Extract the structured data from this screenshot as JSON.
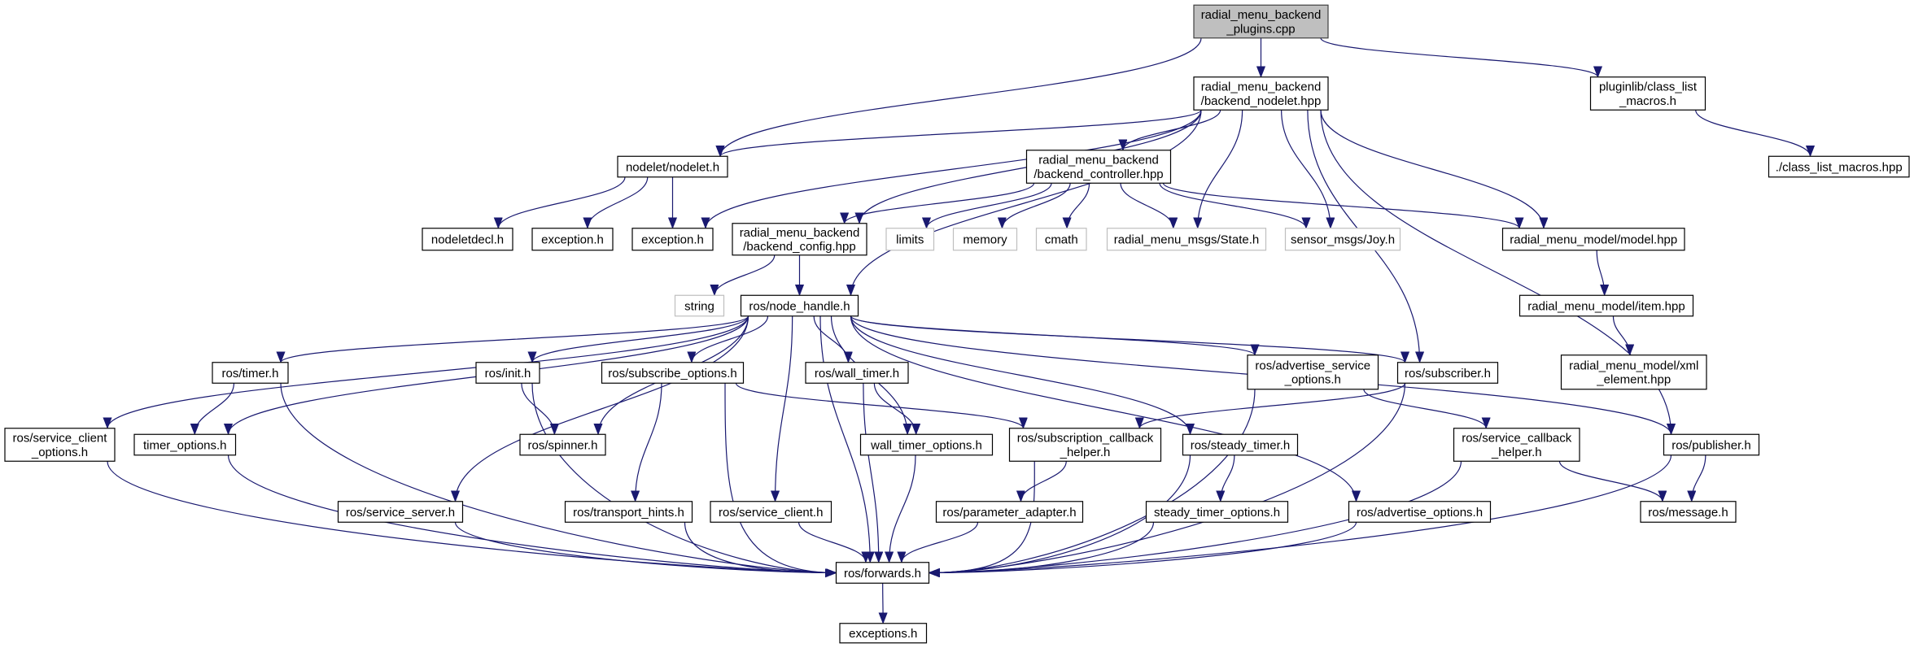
{
  "graph": {
    "edge_color": "#191970",
    "root_fill": "#bfbfbf",
    "external_border": "#bfbfbf",
    "nodes": [
      {
        "id": "plugins",
        "lines": [
          "radial_menu_backend",
          "_plugins.cpp"
        ],
        "kind": "root"
      },
      {
        "id": "nodelet_hpp",
        "lines": [
          "radial_menu_backend",
          "/backend_nodelet.hpp"
        ],
        "kind": "normal"
      },
      {
        "id": "pluginlib",
        "lines": [
          "pluginlib/class_list",
          "_macros.h"
        ],
        "kind": "normal"
      },
      {
        "id": "clm_hpp",
        "lines": [
          "./class_list_macros.hpp"
        ],
        "kind": "normal"
      },
      {
        "id": "nodelet_h",
        "lines": [
          "nodelet/nodelet.h"
        ],
        "kind": "normal"
      },
      {
        "id": "controller",
        "lines": [
          "radial_menu_backend",
          "/backend_controller.hpp"
        ],
        "kind": "normal"
      },
      {
        "id": "nodeletdecl",
        "lines": [
          "nodeletdecl.h"
        ],
        "kind": "normal"
      },
      {
        "id": "exception1",
        "lines": [
          "exception.h"
        ],
        "kind": "normal"
      },
      {
        "id": "exception2",
        "lines": [
          "exception.h"
        ],
        "kind": "normal"
      },
      {
        "id": "config",
        "lines": [
          "radial_menu_backend",
          "/backend_config.hpp"
        ],
        "kind": "normal"
      },
      {
        "id": "limits",
        "lines": [
          "limits"
        ],
        "kind": "external"
      },
      {
        "id": "memory",
        "lines": [
          "memory"
        ],
        "kind": "external"
      },
      {
        "id": "cmath",
        "lines": [
          "cmath"
        ],
        "kind": "external"
      },
      {
        "id": "state",
        "lines": [
          "radial_menu_msgs/State.h"
        ],
        "kind": "external"
      },
      {
        "id": "joy",
        "lines": [
          "sensor_msgs/Joy.h"
        ],
        "kind": "external"
      },
      {
        "id": "model",
        "lines": [
          "radial_menu_model/model.hpp"
        ],
        "kind": "normal"
      },
      {
        "id": "string",
        "lines": [
          "string"
        ],
        "kind": "external"
      },
      {
        "id": "node_handle",
        "lines": [
          "ros/node_handle.h"
        ],
        "kind": "normal"
      },
      {
        "id": "item",
        "lines": [
          "radial_menu_model/item.hpp"
        ],
        "kind": "normal"
      },
      {
        "id": "xml",
        "lines": [
          "radial_menu_model/xml",
          "_element.hpp"
        ],
        "kind": "normal"
      },
      {
        "id": "timer",
        "lines": [
          "ros/timer.h"
        ],
        "kind": "normal"
      },
      {
        "id": "init",
        "lines": [
          "ros/init.h"
        ],
        "kind": "normal"
      },
      {
        "id": "sub_opts",
        "lines": [
          "ros/subscribe_options.h"
        ],
        "kind": "normal"
      },
      {
        "id": "wall_timer",
        "lines": [
          "ros/wall_timer.h"
        ],
        "kind": "normal"
      },
      {
        "id": "adv_srv_opts",
        "lines": [
          "ros/advertise_service",
          "_options.h"
        ],
        "kind": "normal"
      },
      {
        "id": "subscriber",
        "lines": [
          "ros/subscriber.h"
        ],
        "kind": "normal"
      },
      {
        "id": "srv_client_opts",
        "lines": [
          "ros/service_client",
          "_options.h"
        ],
        "kind": "normal"
      },
      {
        "id": "timer_opts",
        "lines": [
          "timer_options.h"
        ],
        "kind": "normal"
      },
      {
        "id": "spinner",
        "lines": [
          "ros/spinner.h"
        ],
        "kind": "normal"
      },
      {
        "id": "wall_timer_opts",
        "lines": [
          "wall_timer_options.h"
        ],
        "kind": "normal"
      },
      {
        "id": "sub_cb_helper",
        "lines": [
          "ros/subscription_callback",
          "_helper.h"
        ],
        "kind": "normal"
      },
      {
        "id": "steady_timer",
        "lines": [
          "ros/steady_timer.h"
        ],
        "kind": "normal"
      },
      {
        "id": "srv_cb_helper",
        "lines": [
          "ros/service_callback",
          "_helper.h"
        ],
        "kind": "normal"
      },
      {
        "id": "publisher",
        "lines": [
          "ros/publisher.h"
        ],
        "kind": "normal"
      },
      {
        "id": "srv_server",
        "lines": [
          "ros/service_server.h"
        ],
        "kind": "normal"
      },
      {
        "id": "transport",
        "lines": [
          "ros/transport_hints.h"
        ],
        "kind": "normal"
      },
      {
        "id": "srv_client",
        "lines": [
          "ros/service_client.h"
        ],
        "kind": "normal"
      },
      {
        "id": "param_adapter",
        "lines": [
          "ros/parameter_adapter.h"
        ],
        "kind": "normal"
      },
      {
        "id": "steady_opts",
        "lines": [
          "steady_timer_options.h"
        ],
        "kind": "normal"
      },
      {
        "id": "adv_opts",
        "lines": [
          "ros/advertise_options.h"
        ],
        "kind": "normal"
      },
      {
        "id": "message",
        "lines": [
          "ros/message.h"
        ],
        "kind": "normal"
      },
      {
        "id": "forwards",
        "lines": [
          "ros/forwards.h"
        ],
        "kind": "normal"
      },
      {
        "id": "exceptions",
        "lines": [
          "exceptions.h"
        ],
        "kind": "normal"
      }
    ],
    "edges": [
      [
        "plugins",
        "nodelet_h"
      ],
      [
        "plugins",
        "nodelet_hpp"
      ],
      [
        "plugins",
        "pluginlib"
      ],
      [
        "pluginlib",
        "clm_hpp"
      ],
      [
        "nodelet_hpp",
        "nodelet_h"
      ],
      [
        "nodelet_hpp",
        "exception2"
      ],
      [
        "nodelet_hpp",
        "config"
      ],
      [
        "nodelet_hpp",
        "controller"
      ],
      [
        "nodelet_hpp",
        "state"
      ],
      [
        "nodelet_hpp",
        "joy"
      ],
      [
        "nodelet_hpp",
        "node_handle"
      ],
      [
        "nodelet_hpp",
        "subscriber"
      ],
      [
        "nodelet_hpp",
        "model"
      ],
      [
        "nodelet_hpp",
        "publisher"
      ],
      [
        "nodelet_h",
        "nodeletdecl"
      ],
      [
        "nodelet_h",
        "exception1"
      ],
      [
        "nodelet_h",
        "exception2"
      ],
      [
        "controller",
        "config"
      ],
      [
        "controller",
        "limits"
      ],
      [
        "controller",
        "memory"
      ],
      [
        "controller",
        "cmath"
      ],
      [
        "controller",
        "state"
      ],
      [
        "controller",
        "joy"
      ],
      [
        "controller",
        "model"
      ],
      [
        "config",
        "string"
      ],
      [
        "config",
        "node_handle"
      ],
      [
        "model",
        "item"
      ],
      [
        "item",
        "xml"
      ],
      [
        "node_handle",
        "srv_client_opts"
      ],
      [
        "node_handle",
        "timer_opts"
      ],
      [
        "node_handle",
        "timer"
      ],
      [
        "node_handle",
        "init"
      ],
      [
        "node_handle",
        "spinner"
      ],
      [
        "node_handle",
        "sub_opts"
      ],
      [
        "node_handle",
        "wall_timer"
      ],
      [
        "node_handle",
        "wall_timer_opts"
      ],
      [
        "node_handle",
        "srv_server"
      ],
      [
        "node_handle",
        "srv_client"
      ],
      [
        "node_handle",
        "steady_timer"
      ],
      [
        "node_handle",
        "adv_srv_opts"
      ],
      [
        "node_handle",
        "subscriber"
      ],
      [
        "node_handle",
        "adv_opts"
      ],
      [
        "node_handle",
        "publisher"
      ],
      [
        "node_handle",
        "forwards"
      ],
      [
        "timer",
        "timer_opts"
      ],
      [
        "timer",
        "forwards"
      ],
      [
        "init",
        "spinner"
      ],
      [
        "init",
        "forwards"
      ],
      [
        "sub_opts",
        "sub_cb_helper"
      ],
      [
        "sub_opts",
        "transport"
      ],
      [
        "sub_opts",
        "forwards"
      ],
      [
        "wall_timer",
        "wall_timer_opts"
      ],
      [
        "wall_timer",
        "forwards"
      ],
      [
        "srv_client_opts",
        "forwards"
      ],
      [
        "timer_opts",
        "forwards"
      ],
      [
        "wall_timer_opts",
        "forwards"
      ],
      [
        "srv_server",
        "forwards"
      ],
      [
        "transport",
        "forwards"
      ],
      [
        "srv_client",
        "forwards"
      ],
      [
        "sub_cb_helper",
        "param_adapter"
      ],
      [
        "sub_cb_helper",
        "forwards"
      ],
      [
        "param_adapter",
        "forwards"
      ],
      [
        "steady_timer",
        "steady_opts"
      ],
      [
        "steady_timer",
        "forwards"
      ],
      [
        "steady_opts",
        "forwards"
      ],
      [
        "adv_srv_opts",
        "srv_cb_helper"
      ],
      [
        "adv_srv_opts",
        "forwards"
      ],
      [
        "subscriber",
        "sub_cb_helper"
      ],
      [
        "subscriber",
        "forwards"
      ],
      [
        "srv_cb_helper",
        "message"
      ],
      [
        "srv_cb_helper",
        "forwards"
      ],
      [
        "adv_opts",
        "forwards"
      ],
      [
        "publisher",
        "message"
      ],
      [
        "publisher",
        "forwards"
      ],
      [
        "forwards",
        "exceptions"
      ]
    ]
  }
}
